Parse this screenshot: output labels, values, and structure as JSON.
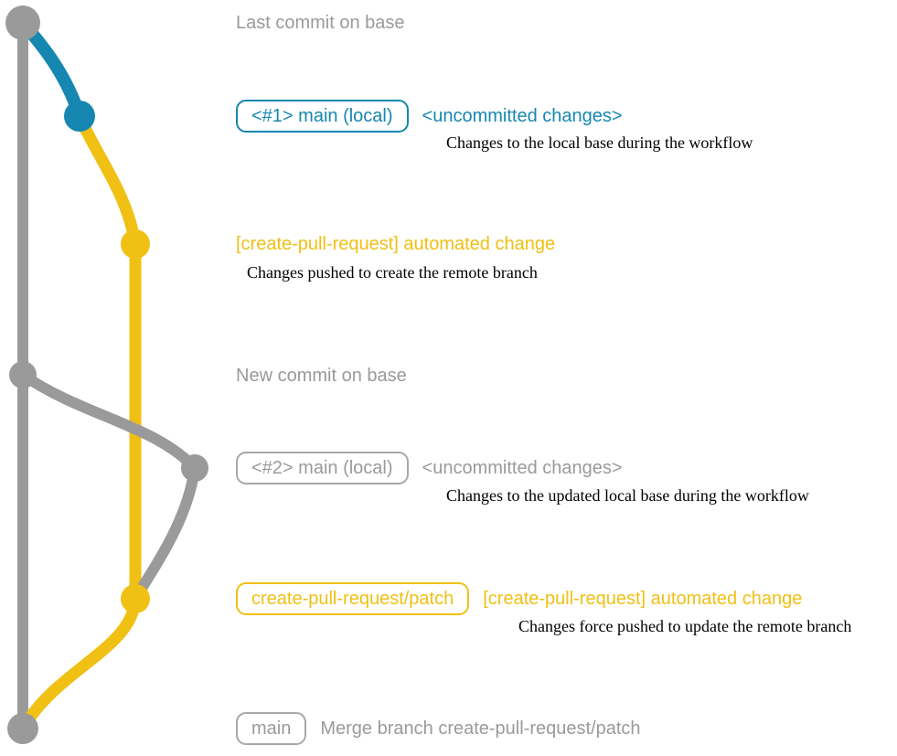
{
  "colors": {
    "base_gray": "#9a9a9a",
    "main_teal": "#1587b0",
    "patch_yellow": "#f0c014",
    "note_black": "#000000"
  },
  "annotations": {
    "last_commit": "Last commit on base",
    "new_commit": "New commit on base"
  },
  "row1": {
    "badge": "<#1> main (local)",
    "status": "<uncommitted changes>",
    "note": "Changes to the local base during the workflow"
  },
  "row2": {
    "title": "[create-pull-request] automated change",
    "note": "Changes pushed to create the remote branch"
  },
  "row3": {
    "badge": "<#2> main (local)",
    "status": "<uncommitted changes>",
    "note": "Changes to the updated local base during the workflow"
  },
  "row4": {
    "badge": "create-pull-request/patch",
    "title": "[create-pull-request] automated change",
    "note": "Changes force pushed to update the remote branch"
  },
  "row5": {
    "badge": "main",
    "label": "Merge branch create-pull-request/patch"
  },
  "graph": {
    "branches": [
      {
        "name": "base",
        "color": "#9a9a9a"
      },
      {
        "name": "main (local)",
        "color": "#1587b0"
      },
      {
        "name": "create-pull-request/patch",
        "color": "#f0c014"
      }
    ],
    "commits": [
      {
        "id": "last-commit-on-base",
        "branch": "base",
        "color": "#9a9a9a"
      },
      {
        "id": "uncommitted-changes-1",
        "branch": "main (local)",
        "color": "#1587b0"
      },
      {
        "id": "automated-change-1",
        "branch": "create-pull-request/patch",
        "color": "#f0c014"
      },
      {
        "id": "new-commit-on-base",
        "branch": "base",
        "color": "#9a9a9a"
      },
      {
        "id": "uncommitted-changes-2",
        "branch": "main (local)",
        "color": "#9a9a9a"
      },
      {
        "id": "automated-change-2",
        "branch": "create-pull-request/patch",
        "color": "#f0c014"
      },
      {
        "id": "merge-commit-on-base",
        "branch": "base",
        "color": "#9a9a9a"
      }
    ]
  }
}
